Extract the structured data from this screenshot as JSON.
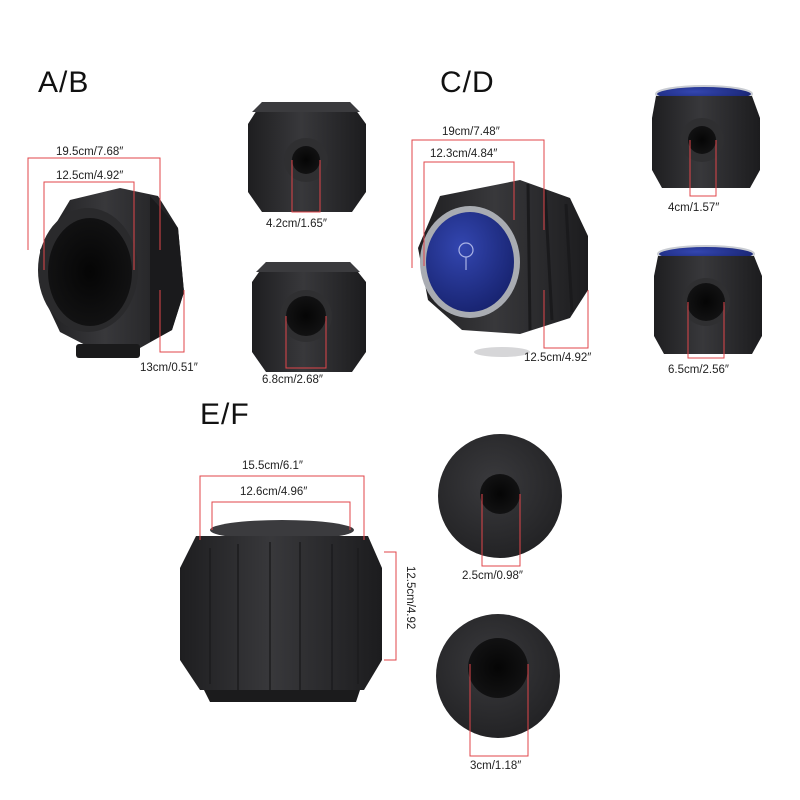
{
  "sections": {
    "ab": "A/B",
    "cd": "C/D",
    "ef": "E/F"
  },
  "dimensions": {
    "ab_outer_width": "19.5cm/7.68″",
    "ab_inner_width": "12.5cm/4.92″",
    "ab_height": "13cm/0.51″",
    "ab_small_hole": "4.2cm/1.65″",
    "ab_large_hole": "6.8cm/2.68″",
    "cd_outer_width": "19cm/7.48″",
    "cd_inner_width": "12.3cm/4.84″",
    "cd_height": "12.5cm/4.92″",
    "cd_small_hole": "4cm/1.57″",
    "cd_large_hole": "6.5cm/2.56″",
    "ef_outer_width": "15.5cm/6.1″",
    "ef_inner_width": "12.6cm/4.96″",
    "ef_height": "12.5cm/4.92",
    "ef_small_hole": "2.5cm/0.98″",
    "ef_large_hole": "3cm/1.18″"
  },
  "colors": {
    "foam": "#2b2b2d",
    "foam_shadow": "#1c1c1e",
    "hole": "#0b0b0c",
    "measure_line": "#e0454a",
    "cap_blue": "#1f2f8a",
    "cap_ring": "#c9ccd2"
  }
}
